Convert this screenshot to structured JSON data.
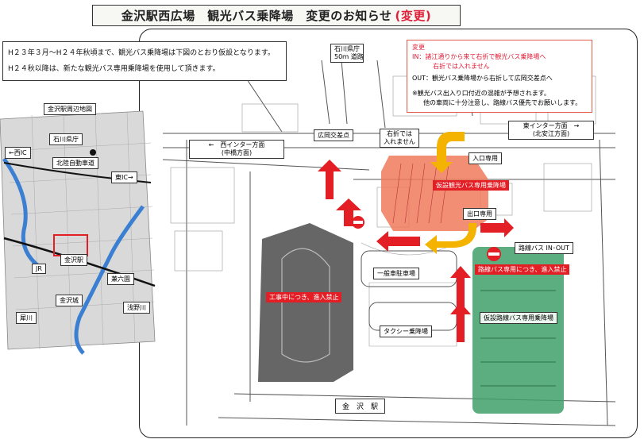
{
  "title": {
    "main": "金沢駅西広場　観光バス乗降場　変更のお知らせ",
    "change": "(変更)"
  },
  "notice": {
    "line1": "H２３年３月～H２４年秋頃まで、観光バス乗降場は下図のとおり仮設となります。",
    "line2": "H２４秋以降は、新たな観光バス専用乗降場を使用して頂きます。"
  },
  "info": {
    "heading": "変更",
    "in_line1": "IN：諸江通りから来て右折で観光バス乗降場へ",
    "in_line2": "右折では入れません",
    "out_line": "OUT：観光バス乗降場から右折して広岡交差点へ",
    "note_line1": "※観光バス出入り口付近の混雑が予想されます。",
    "note_line2": "他の車両に十分注意し、路線バス優先でお願いします。"
  },
  "inset_map": {
    "title": "金沢駅周辺地図",
    "labels": {
      "nishi_ic": "←西IC",
      "ishikawa": "石川県庁",
      "hokuriku": "北陸自動車道",
      "higashi_ic": "東IC→",
      "kanazawa_st": "金沢駅",
      "jr": "JR",
      "kenrokuen": "兼六園",
      "kanazawajo": "金沢城",
      "saigawa": "犀川",
      "asanogawa": "浅野川"
    }
  },
  "map_labels": {
    "ishikawa_road_line1": "石川県庁",
    "ishikawa_road_line2": "50ｍ 道路",
    "hirooka": "広岡交差点",
    "nishi_ic_dir": "←　西インター方面",
    "nishi_ic_sub": "(中橋方面)",
    "higashi_ic_dir": "東インター方面　→",
    "higashi_ic_sub": "(北安江方面)",
    "no_right_line1": "右折では",
    "no_right_line2": "入れません",
    "entrance": "入口専用",
    "exit": "出口専用",
    "temp_tour_bus": "仮設観光バス専用乗降場",
    "route_bus_inout": "路線バス IN･OUT",
    "route_bus_no_entry": "路線バス専用につき、進入禁止",
    "construction_no_entry": "工事中につき、進入禁止",
    "general_parking": "一般車駐車場",
    "taxi": "タクシー乗降場",
    "temp_route_bus": "仮設路線バス専用乗降場",
    "station": "金　沢　駅"
  },
  "colors": {
    "title_red": "#e0203a",
    "tour_area": "#ef7a5c",
    "route_area": "#3fa06a",
    "construction_area": "#555555",
    "arrow_red": "#e31e25",
    "arrow_yellow": "#f3b300"
  },
  "icons": [
    "no-entry-icon",
    "arrow-icon"
  ]
}
